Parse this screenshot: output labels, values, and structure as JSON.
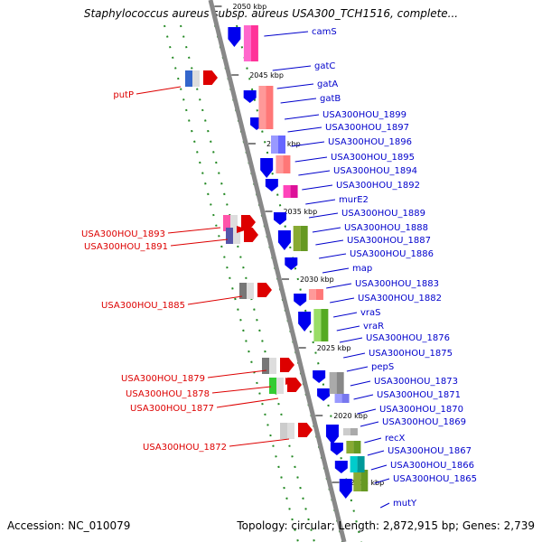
{
  "title": "Staphylococcus aureus subsp. aureus USA300_TCH1516, complete...",
  "footer": {
    "accession": "Accession: NC_010079",
    "summary": "Topology: circular; Length: 2,872,915 bp; Genes: 2,739"
  },
  "ticks": [
    "2050 kbp",
    "2045 kbp",
    "2040 kbp",
    "2035 kbp",
    "2030 kbp",
    "2025 kbp",
    "2020 kbp",
    "2015 kbp"
  ],
  "colors": {
    "right_label": "#0000cc",
    "left_label": "#dd0000",
    "backbone": "#888888",
    "dashes": "#228822",
    "forward_gene": "#dd0000",
    "reverse_gene": "#0000ee"
  },
  "right_labels": [
    "camS",
    "gatC",
    "gatA",
    "gatB",
    "USA300HOU_1899",
    "USA300HOU_1897",
    "USA300HOU_1896",
    "USA300HOU_1895",
    "USA300HOU_1894",
    "USA300HOU_1892",
    "murE2",
    "USA300HOU_1889",
    "USA300HOU_1888",
    "USA300HOU_1887",
    "USA300HOU_1886",
    "map",
    "USA300HOU_1883",
    "USA300HOU_1882",
    "vraS",
    "vraR",
    "USA300HOU_1876",
    "USA300HOU_1875",
    "pepS",
    "USA300HOU_1873",
    "USA300HOU_1871",
    "USA300HOU_1870",
    "USA300HOU_1869",
    "recX",
    "USA300HOU_1867",
    "USA300HOU_1866",
    "USA300HOU_1865",
    "mutY"
  ],
  "left_labels": [
    "putP",
    "USA300HOU_1893",
    "USA300HOU_1891",
    "USA300HOU_1885",
    "USA300HOU_1879",
    "USA300HOU_1878",
    "USA300HOU_1877",
    "USA300HOU_1872"
  ]
}
